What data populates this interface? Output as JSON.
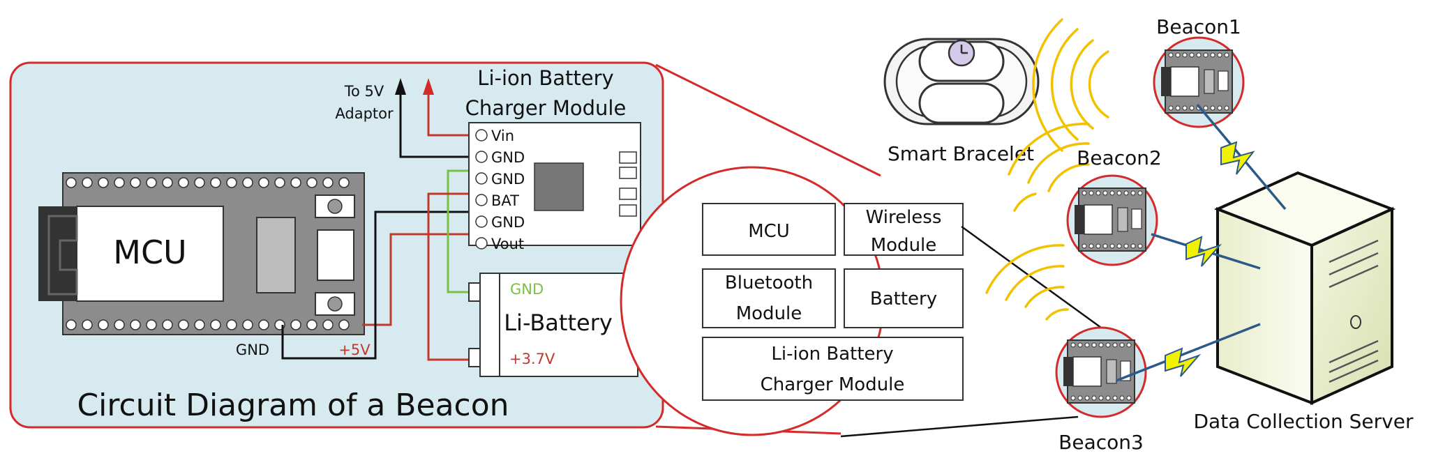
{
  "circuit": {
    "title": "Circuit Diagram of a Beacon",
    "mcu_label": "MCU",
    "charger_title_line1": "Li-ion Battery",
    "charger_title_line2": "Charger Module",
    "charger_pins": [
      "Vin",
      "GND",
      "GND",
      "BAT",
      "GND",
      "Vout"
    ],
    "adaptor_line1": "To 5V",
    "adaptor_line2": "Adaptor",
    "battery_label": "Li-Battery",
    "battery_gnd": "GND",
    "battery_voltage": "+3.7V",
    "mcu_gnd": "GND",
    "mcu_5v": "+5V"
  },
  "beacon_modules": {
    "mcu": "MCU",
    "wireless_line1": "Wireless",
    "wireless_line2": "Module",
    "bluetooth_line1": "Bluetooth",
    "bluetooth_line2": "Module",
    "battery": "Battery",
    "charger_line1": "Li-ion Battery",
    "charger_line2": "Charger Module"
  },
  "nodes": {
    "bracelet": "Smart Bracelet",
    "beacon1": "Beacon1",
    "beacon2": "Beacon2",
    "beacon3": "Beacon3",
    "server": "Data Collection Server"
  },
  "colors": {
    "panel_bg": "#d6eaf0",
    "accent_red": "#d42a2a",
    "wire_red": "#c0392b",
    "wire_green": "#7bc043",
    "signal": "#f2c200",
    "lightning": "#f2f200",
    "server_green": "#eef2d2"
  }
}
